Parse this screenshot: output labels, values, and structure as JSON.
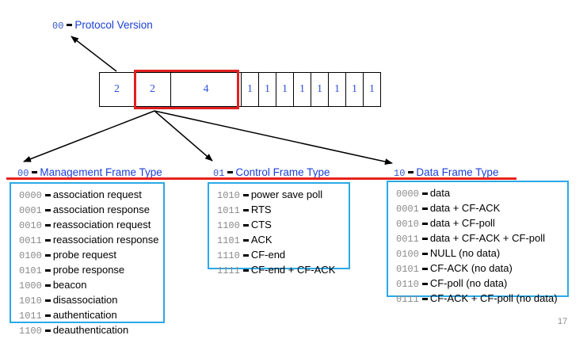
{
  "protocol_version": {
    "code": "00",
    "label": "Protocol Version"
  },
  "frame_fields": [
    "2",
    "2",
    "4",
    "1",
    "1",
    "1",
    "1",
    "1",
    "1",
    "1",
    "1"
  ],
  "headings": {
    "management": {
      "code": "00",
      "label": "Management Frame Type"
    },
    "control": {
      "code": "01",
      "label": "Control Frame Type"
    },
    "data": {
      "code": "10",
      "label": "Data Frame Type"
    }
  },
  "management_subtypes": [
    {
      "code": "0000",
      "label": "association request"
    },
    {
      "code": "0001",
      "label": "association response"
    },
    {
      "code": "0010",
      "label": "reassociation request"
    },
    {
      "code": "0011",
      "label": "reassociation response"
    },
    {
      "code": "0100",
      "label": "probe request"
    },
    {
      "code": "0101",
      "label": "probe response"
    },
    {
      "code": "1000",
      "label": "beacon"
    },
    {
      "code": "1010",
      "label": "disassociation"
    },
    {
      "code": "1011",
      "label": "authentication"
    },
    {
      "code": "1100",
      "label": "deauthentication"
    }
  ],
  "control_subtypes": [
    {
      "code": "1010",
      "label": "power save poll"
    },
    {
      "code": "1011",
      "label": "RTS"
    },
    {
      "code": "1100",
      "label": "CTS"
    },
    {
      "code": "1101",
      "label": "ACK"
    },
    {
      "code": "1110",
      "label": "CF-end"
    },
    {
      "code": "1111",
      "label": "CF-end + CF-ACK"
    }
  ],
  "data_subtypes": [
    {
      "code": "0000",
      "label": "data"
    },
    {
      "code": "0001",
      "label": "data + CF-ACK"
    },
    {
      "code": "0010",
      "label": "data + CF-poll"
    },
    {
      "code": "0011",
      "label": "data + CF-ACK + CF-poll"
    },
    {
      "code": "0100",
      "label": "NULL (no data)"
    },
    {
      "code": "0101",
      "label": "CF-ACK (no data)"
    },
    {
      "code": "0110",
      "label": "CF-poll (no data)"
    },
    {
      "code": "0111",
      "label": "CF-ACK + CF-poll (no data)"
    }
  ],
  "page_number": "17"
}
